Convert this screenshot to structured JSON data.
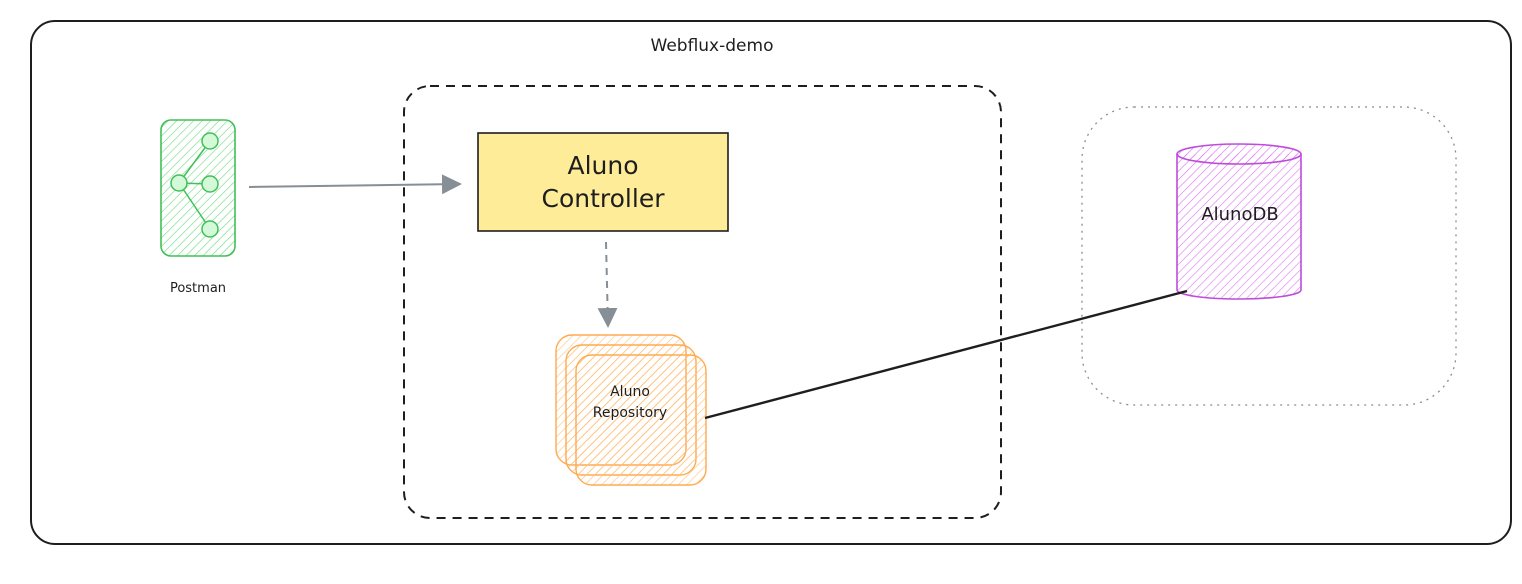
{
  "diagram": {
    "title": "Webflux-demo",
    "nodes": {
      "postman": {
        "label": "Postman",
        "icon": "api-client-icon",
        "color": "#40c057"
      },
      "controller": {
        "line1": "Aluno",
        "line2": "Controller",
        "fill": "#ffec99"
      },
      "repository": {
        "line1": "Aluno",
        "line2": "Repository",
        "color": "#fd7e14"
      },
      "database": {
        "label": "AlunoDB",
        "color": "#be4bdb"
      }
    },
    "edges": [
      {
        "from": "postman",
        "to": "controller",
        "style": "solid",
        "arrow": true
      },
      {
        "from": "controller",
        "to": "repository",
        "style": "dashed",
        "arrow": true
      },
      {
        "from": "repository",
        "to": "database",
        "style": "solid",
        "arrow": false
      }
    ]
  }
}
